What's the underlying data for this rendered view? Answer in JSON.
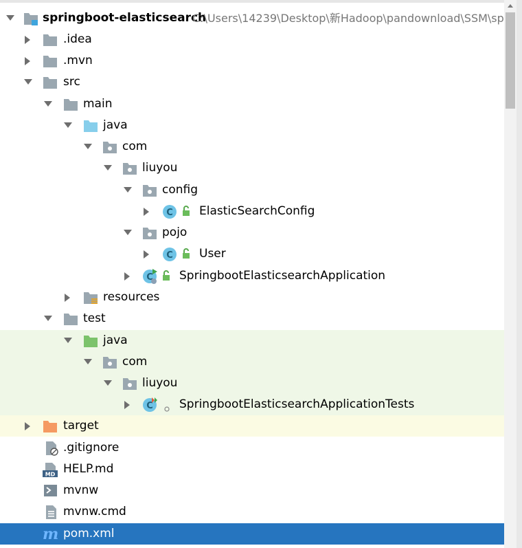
{
  "project": {
    "name": "springboot-elasticsearch",
    "path": "C:\\Users\\14239\\Desktop\\新Hadoop\\pandownload\\SSM\\sp"
  },
  "tree": {
    "idea": ".idea",
    "mvn": ".mvn",
    "src": "src",
    "main": "main",
    "main_java": "java",
    "main_com": "com",
    "main_liuyou": "liuyou",
    "config": "config",
    "elastic_config": "ElasticSearchConfig",
    "pojo": "pojo",
    "user": "User",
    "app": "SpringbootElasticsearchApplication",
    "resources": "resources",
    "test": "test",
    "test_java": "java",
    "test_com": "com",
    "test_liuyou": "liuyou",
    "app_tests": "SpringbootElasticsearchApplicationTests",
    "target": "target",
    "gitignore": ".gitignore",
    "help_md": "HELP.md",
    "mvnw": "mvnw",
    "mvnw_cmd": "mvnw.cmd",
    "pom": "pom.xml"
  },
  "colors": {
    "selection": "#2675bf",
    "test_bg": "#eff7e7",
    "target_bg": "#fbfbe3",
    "folder_gray": "#9aa7b0",
    "source_folder": "#87ceeb",
    "test_folder": "#7cc36b",
    "excluded_folder": "#f59a62",
    "class_icon": "#6ec3e6"
  }
}
